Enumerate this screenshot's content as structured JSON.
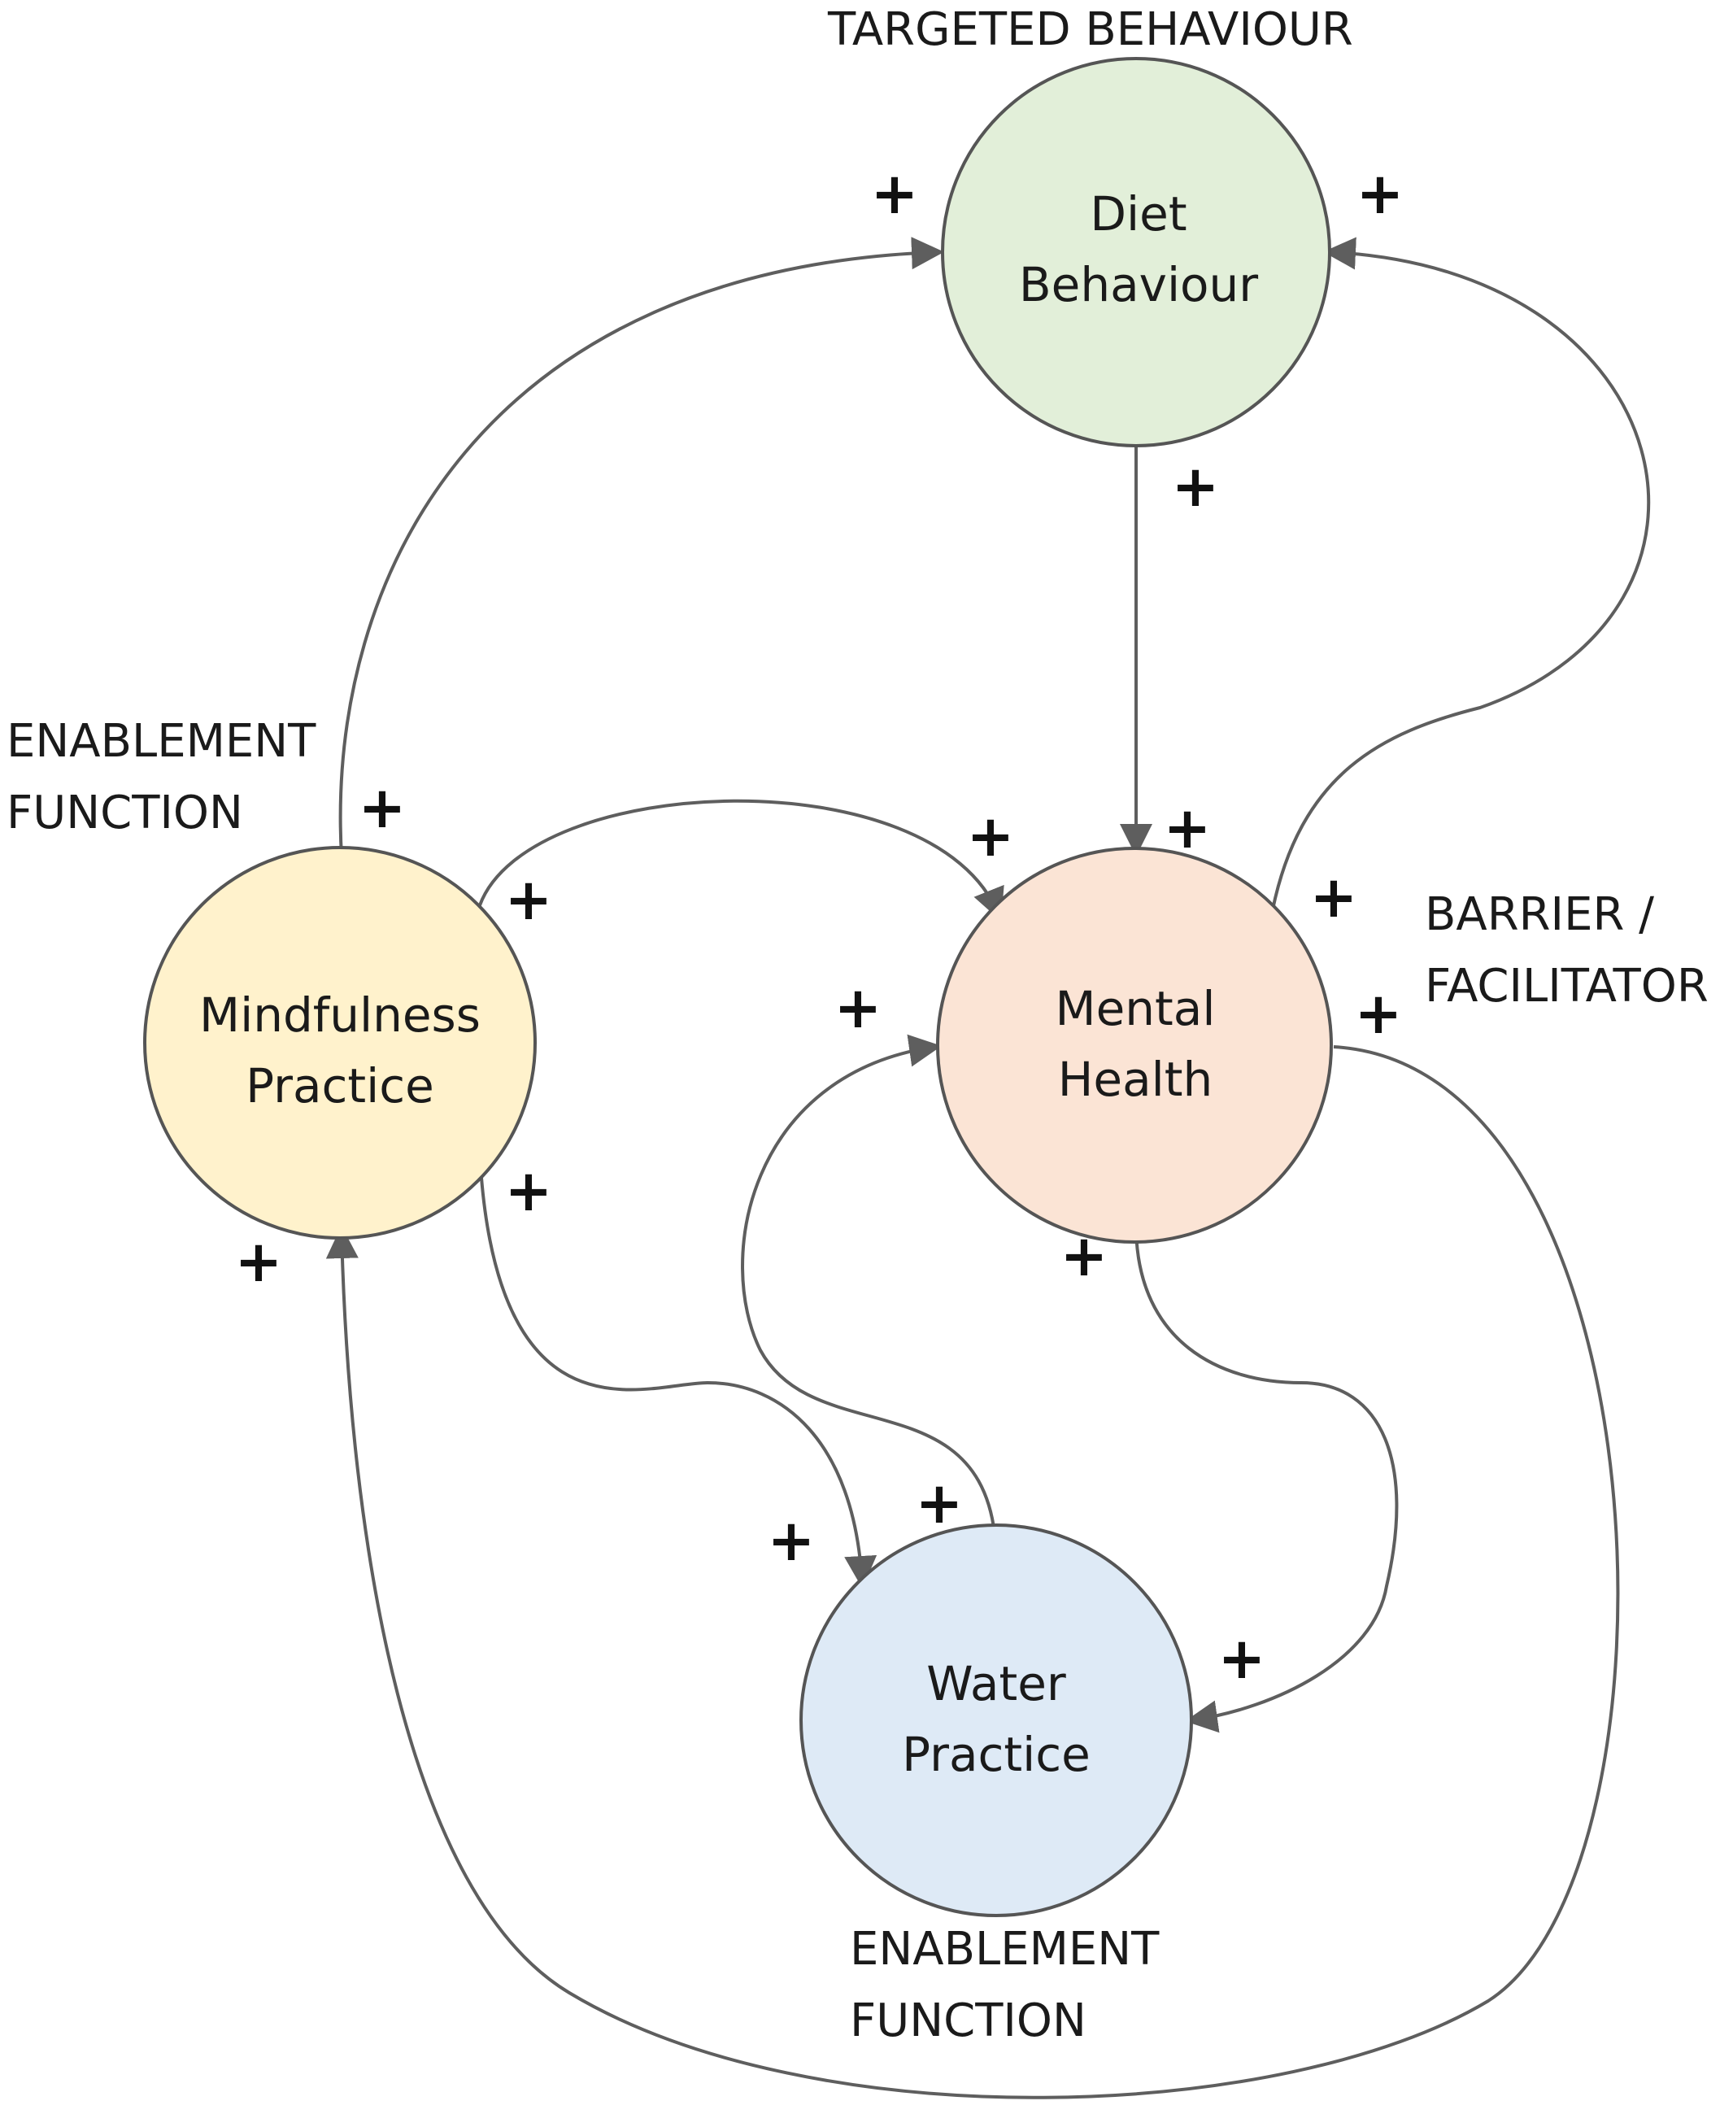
{
  "nodes": {
    "diet": {
      "line1": "Diet",
      "line2": "Behaviour",
      "fill": "#e2efd9",
      "role": [
        "TARGETED BEHAVIOUR"
      ]
    },
    "mindfulness": {
      "line1": "Mindfulness",
      "line2": "Practice",
      "fill": "#fff2cc",
      "role": [
        "ENABLEMENT",
        "FUNCTION"
      ]
    },
    "mental": {
      "line1": "Mental",
      "line2": "Health",
      "fill": "#fbe4d5",
      "role": [
        "BARRIER /",
        "FACILITATOR"
      ]
    },
    "water": {
      "line1": "Water",
      "line2": "Practice",
      "fill": "#deeaf6",
      "role": [
        "ENABLEMENT",
        "FUNCTION"
      ]
    }
  },
  "edges": [
    {
      "from": "Diet Behaviour",
      "to": "Mental Health",
      "polarity": "+"
    },
    {
      "from": "Mindfulness Practice",
      "to": "Diet Behaviour",
      "polarity": "+"
    },
    {
      "from": "Mindfulness Practice",
      "to": "Mental Health",
      "polarity": "+"
    },
    {
      "from": "Mindfulness Practice",
      "to": "Water Practice",
      "polarity": "+"
    },
    {
      "from": "Mental Health",
      "to": "Diet Behaviour",
      "polarity": "+"
    },
    {
      "from": "Mental Health",
      "to": "Water Practice",
      "polarity": "+"
    },
    {
      "from": "Mental Health",
      "to": "Mindfulness Practice",
      "polarity": "+"
    },
    {
      "from": "Water Practice",
      "to": "Mental Health",
      "polarity": "+"
    }
  ],
  "sign": "+",
  "colors": {
    "edge": "#5e5e5e",
    "outline": "#555555"
  }
}
